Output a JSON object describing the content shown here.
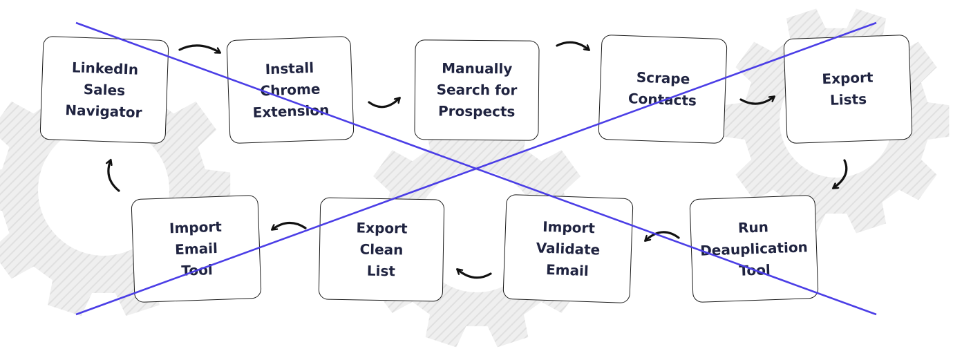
{
  "colors": {
    "node_text": "#1f2340",
    "node_border": "#1a1a1a",
    "arrow": "#111111",
    "cross_line": "#4b3ee6",
    "gear_fill": "#e9e9e9"
  },
  "background_icon": "gear-icon",
  "arrow_icon": "curved-arrow-icon",
  "steps": [
    {
      "id": "linkedin-sales-navigator",
      "label": "LinkedIn\nSales\nNavigator"
    },
    {
      "id": "install-chrome-extension",
      "label": "Install\nChrome\nExtension"
    },
    {
      "id": "manually-search-for-prospects",
      "label": "Manually\nSearch for\nProspects"
    },
    {
      "id": "scrape-contacts",
      "label": "Scrape\nContacts"
    },
    {
      "id": "export-lists",
      "label": "Export\nLists"
    },
    {
      "id": "run-deauplication-tool",
      "label": "Run\nDeauplication\nTool"
    },
    {
      "id": "import-validate-email",
      "label": "Import\nValidate\nEmail"
    },
    {
      "id": "export-clean-list",
      "label": "Export\nClean\nList"
    },
    {
      "id": "import-email-tool",
      "label": "Import\nEmail\nTool"
    }
  ],
  "flow": [
    [
      "linkedin-sales-navigator",
      "install-chrome-extension"
    ],
    [
      "install-chrome-extension",
      "manually-search-for-prospects"
    ],
    [
      "manually-search-for-prospects",
      "scrape-contacts"
    ],
    [
      "scrape-contacts",
      "export-lists"
    ],
    [
      "export-lists",
      "run-deauplication-tool"
    ],
    [
      "run-deauplication-tool",
      "import-validate-email"
    ],
    [
      "import-validate-email",
      "export-clean-list"
    ],
    [
      "export-clean-list",
      "import-email-tool"
    ],
    [
      "import-email-tool",
      "linkedin-sales-navigator"
    ]
  ]
}
